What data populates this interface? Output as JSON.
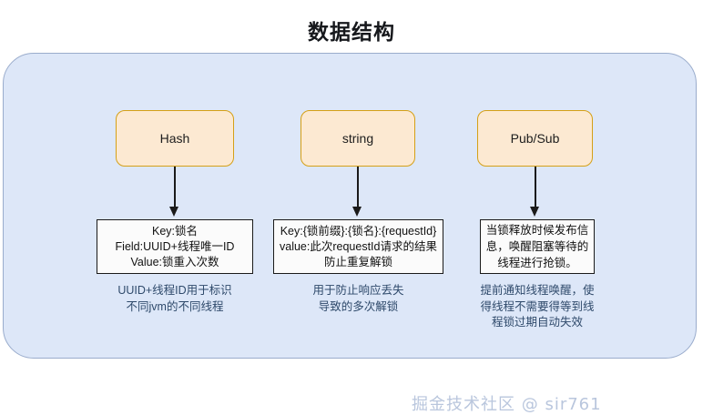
{
  "title": "数据结构",
  "colors": {
    "container_fill": "#dde7f8",
    "container_border": "#9aaccc",
    "node_fill": "#fce9d2",
    "node_border": "#d4a017",
    "detail_fill": "#fbfbfb",
    "detail_border": "#1a1a1a",
    "caption_text": "#2f4a6b",
    "watermark_text": "#b9c6dd"
  },
  "columns": [
    {
      "id": "hash",
      "node_label": "Hash",
      "detail_lines": [
        "Key:锁名",
        "Field:UUID+线程唯一ID",
        "Value:锁重入次数"
      ],
      "caption_lines": [
        "UUID+线程ID用于标识",
        "不同jvm的不同线程"
      ]
    },
    {
      "id": "string",
      "node_label": "string",
      "detail_lines": [
        "Key:{锁前缀}:{锁名}:{requestId}",
        "value:此次requestId请求的结果",
        "防止重复解锁"
      ],
      "caption_lines": [
        "用于防止响应丢失",
        "导致的多次解锁"
      ]
    },
    {
      "id": "pubsub",
      "node_label": "Pub/Sub",
      "detail_lines": [
        "当锁释放时候发布信",
        "息，唤醒阻塞等待的",
        "线程进行抢锁。"
      ],
      "caption_lines": [
        "提前通知线程唤醒，使",
        "得线程不需要得等到线",
        "程锁过期自动失效"
      ]
    }
  ],
  "watermark": "掘金技术社区 @ sir761"
}
